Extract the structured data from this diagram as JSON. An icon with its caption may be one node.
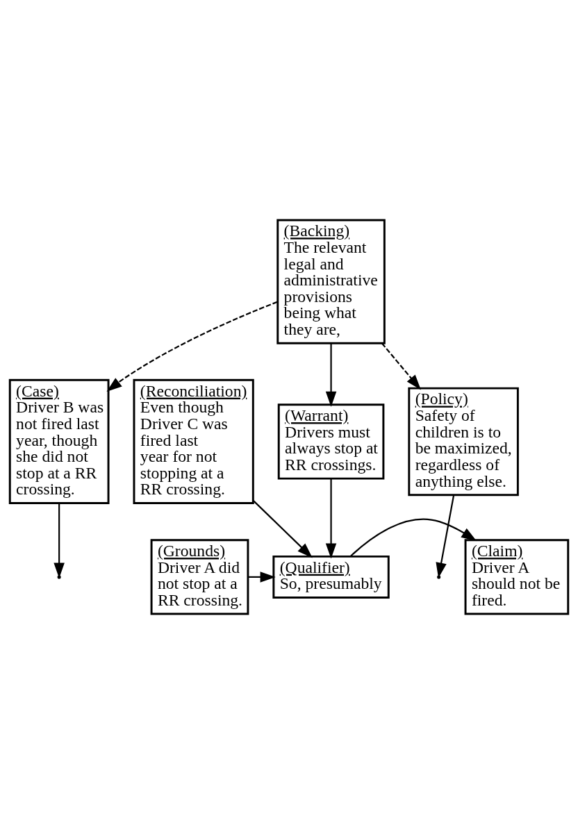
{
  "diagram": {
    "nodes": [
      {
        "text": [
          "(Backing)",
          "The relevant legal and administrative provisions being what they are,"
        ]
      },
      {
        "text": [
          "(Warrant)",
          "Drivers must always stop at RR crossings."
        ]
      },
      {
        "text": [
          "(Case)",
          "Driver B was not fired last year, though she did not stop at a RR crossing."
        ]
      },
      {
        "text": [
          "(Policy)",
          "Safety of children is to be maximized, regardless of anything else."
        ]
      },
      {
        "text": [
          "(Grounds)",
          "Driver A did not stop at a RR crossing."
        ]
      },
      {
        "text": [
          "(Qualifier)",
          "So, presumably"
        ]
      },
      {
        "text": [
          "(Claim)",
          "Driver A should not be fired."
        ]
      },
      {
        "text": [
          "(Reconciliation)",
          "Even though Driver C was fired last year for not stopping at a RR crossing."
        ]
      }
    ],
    "edges": [
      {
        "from": 0,
        "to": 1,
        "arrow": "to"
      },
      {
        "from": 0,
        "to": 2,
        "arrow": "to",
        "style": "dashed"
      },
      {
        "from": 0,
        "to": 3,
        "arrow": "to",
        "style": "dashed"
      },
      {
        "from": 1,
        "to": 5,
        "arrow": "to"
      },
      {
        "from": 4,
        "to": 5,
        "arrow": "to"
      },
      {
        "from": 5,
        "to": 6,
        "arrow": "to"
      },
      {
        "from": 2,
        "to": null,
        "arrow": "to"
      },
      {
        "from": 3,
        "to": null,
        "arrow": "to"
      },
      {
        "from": 7,
        "to": 5,
        "arrow": "to"
      }
    ]
  }
}
